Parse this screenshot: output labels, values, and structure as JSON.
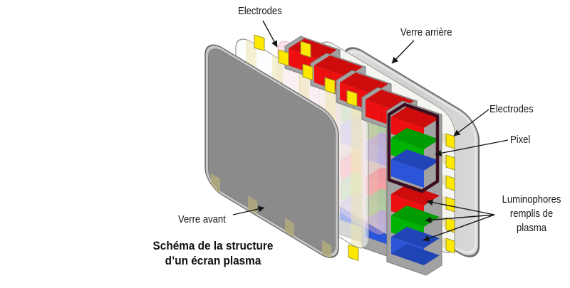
{
  "title": {
    "line1": "Schéma de la structure",
    "line2": "d’un écran plasma"
  },
  "labels": {
    "electrodes_top": "Electrodes",
    "verre_arriere": "Verre arrière",
    "electrodes_right": "Electrodes",
    "pixel": "Pixel",
    "luminophores_line1": "Luminophores",
    "luminophores_line2": "remplis de",
    "luminophores_line3": "plasma",
    "verre_avant": "Verre avant"
  },
  "colors": {
    "phosphor_red": "#ee1010",
    "phosphor_green": "#00b303",
    "phosphor_blue": "#2b55d8",
    "electrode_yellow": "#ffe800",
    "front_glass_gray": "#8b8b8b",
    "back_glass_gray": "#d6d6d6",
    "pixel_outline": "#3a0d20",
    "dielectric_pink": "#f3b9c6",
    "electrode_stripe_cream": "#e9e2b6",
    "rib_gray": "#a2a2a2",
    "label_text": "#141414",
    "background": "#ffffff"
  }
}
